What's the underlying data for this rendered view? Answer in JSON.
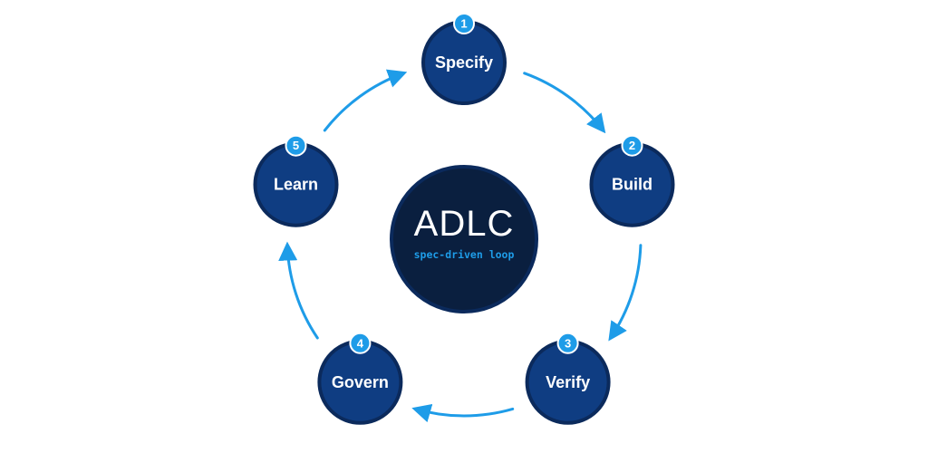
{
  "hub": {
    "title": "ADLC",
    "subtitle": "spec-driven loop"
  },
  "stages": [
    {
      "number": "1",
      "label": "Specify"
    },
    {
      "number": "2",
      "label": "Build"
    },
    {
      "number": "3",
      "label": "Verify"
    },
    {
      "number": "4",
      "label": "Govern"
    },
    {
      "number": "5",
      "label": "Learn"
    }
  ],
  "colors": {
    "background": "#ffffff",
    "stage_fill": "#0f3d82",
    "stage_ring": "#0b2a5c",
    "hub_fill": "#0a1f3f",
    "hub_ring": "#0b2a5c",
    "accent": "#1e9ce8",
    "badge_fill": "#1e9ce8",
    "badge_ring": "#ffffff",
    "arrow": "#1e9ce8",
    "label_text": "#ffffff"
  }
}
